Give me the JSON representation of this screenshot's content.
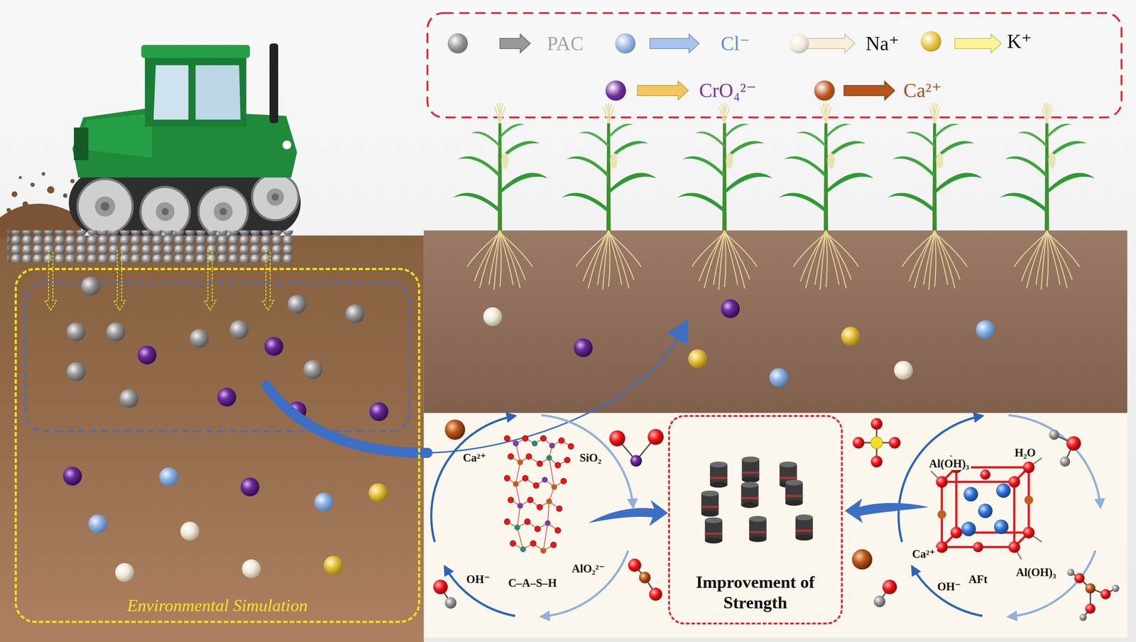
{
  "diagram": {
    "nodes": [
      {
        "text": [
          "Environmental Simulation"
        ]
      },
      {
        "text": [
          "Improvement of Strength"
        ]
      }
    ],
    "labels": [
      "Ca²⁺",
      "SiO₂",
      "C–A–S–H",
      "OH⁻",
      "AlO₂²⁻",
      "Al(OH)₃",
      "H₂O",
      "AFt",
      "Al(OH)₃",
      "Ca²⁺",
      "OH⁻"
    ],
    "legend": [
      {
        "text": "PAC",
        "color": "#8c8c8c"
      },
      {
        "text": "Cl⁻",
        "color": "#8fb3e3"
      },
      {
        "text": "Na⁺",
        "color": "#efe9d8"
      },
      {
        "text": "K⁺",
        "color": "#e6c33e"
      },
      {
        "text": "CrO₄²⁻",
        "color": "#6b2a9b"
      },
      {
        "text": "Ca²⁺",
        "color": "#b9561b"
      }
    ]
  }
}
